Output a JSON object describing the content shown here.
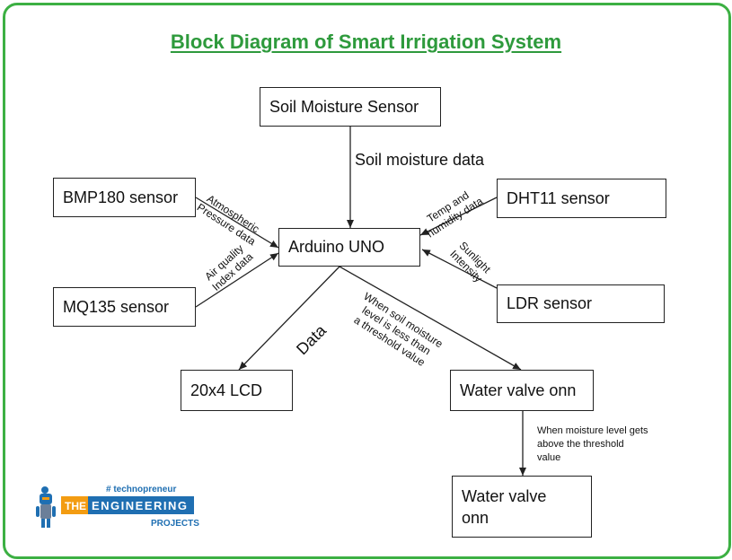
{
  "title": "Block Diagram of Smart Irrigation System",
  "nodes": {
    "soil": "Soil Moisture Sensor",
    "bmp": "BMP180 sensor",
    "dht": "DHT11 sensor",
    "arduino": "Arduino UNO",
    "mq": "MQ135 sensor",
    "ldr": "LDR sensor",
    "lcd": "20x4 LCD",
    "valve_on": "Water valve onn",
    "valve_off_l1": "Water valve",
    "valve_off_l2": "onn"
  },
  "edges": {
    "soil": "Soil moisture data",
    "bmp_l1": "Atmospheric",
    "bmp_l2": "Pressure data",
    "dht_l1": "Temp and",
    "dht_l2": "humidity data",
    "mq_l1": "Air quality",
    "mq_l2": "Index data",
    "ldr_l1": "Sunlight",
    "ldr_l2": "Intensity",
    "lcd": "Data",
    "valve_l1": "When soil moisture",
    "valve_l2": "level is less than",
    "valve_l3": "a threshold value",
    "off_l1": "When moisture level gets",
    "off_l2": "above the threshold",
    "off_l3": "value"
  },
  "logo": {
    "hashtag": "# technopreneur",
    "the": "THE",
    "engineering": "ENGINEERING",
    "projects": "PROJECTS"
  },
  "colors": {
    "frame": "#3cb043",
    "title": "#2e9a3c",
    "logo_blue": "#1f6fb2",
    "logo_orange": "#f39c12"
  }
}
